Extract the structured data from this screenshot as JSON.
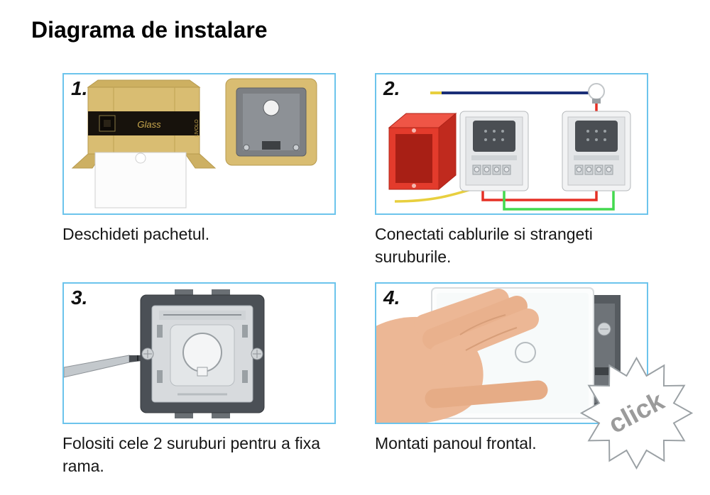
{
  "page": {
    "title": "Diagrama de instalare"
  },
  "steps": [
    {
      "number": "1.",
      "caption": "Deschideti pachetul."
    },
    {
      "number": "2.",
      "caption": "Conectati cablurile si strangeti suruburile."
    },
    {
      "number": "3.",
      "caption": "Folositi cele 2 suruburi pentru a fixa rama."
    },
    {
      "number": "4.",
      "caption": "Montati panoul frontal."
    }
  ],
  "panel1": {
    "box_label_primary": "Glass",
    "box_label_secondary": "LIVOLO"
  },
  "click_badge": {
    "label": "click"
  },
  "colors": {
    "panel_border": "#6cc4ec",
    "box_gold": "#d9bd72",
    "flush_box_red": "#e33b2c",
    "wire_blue": "#1b2f77",
    "wire_red": "#e53025",
    "wire_green": "#43d94f",
    "wire_yellow": "#e8cf3e",
    "click_text": "#9b9b9b"
  }
}
